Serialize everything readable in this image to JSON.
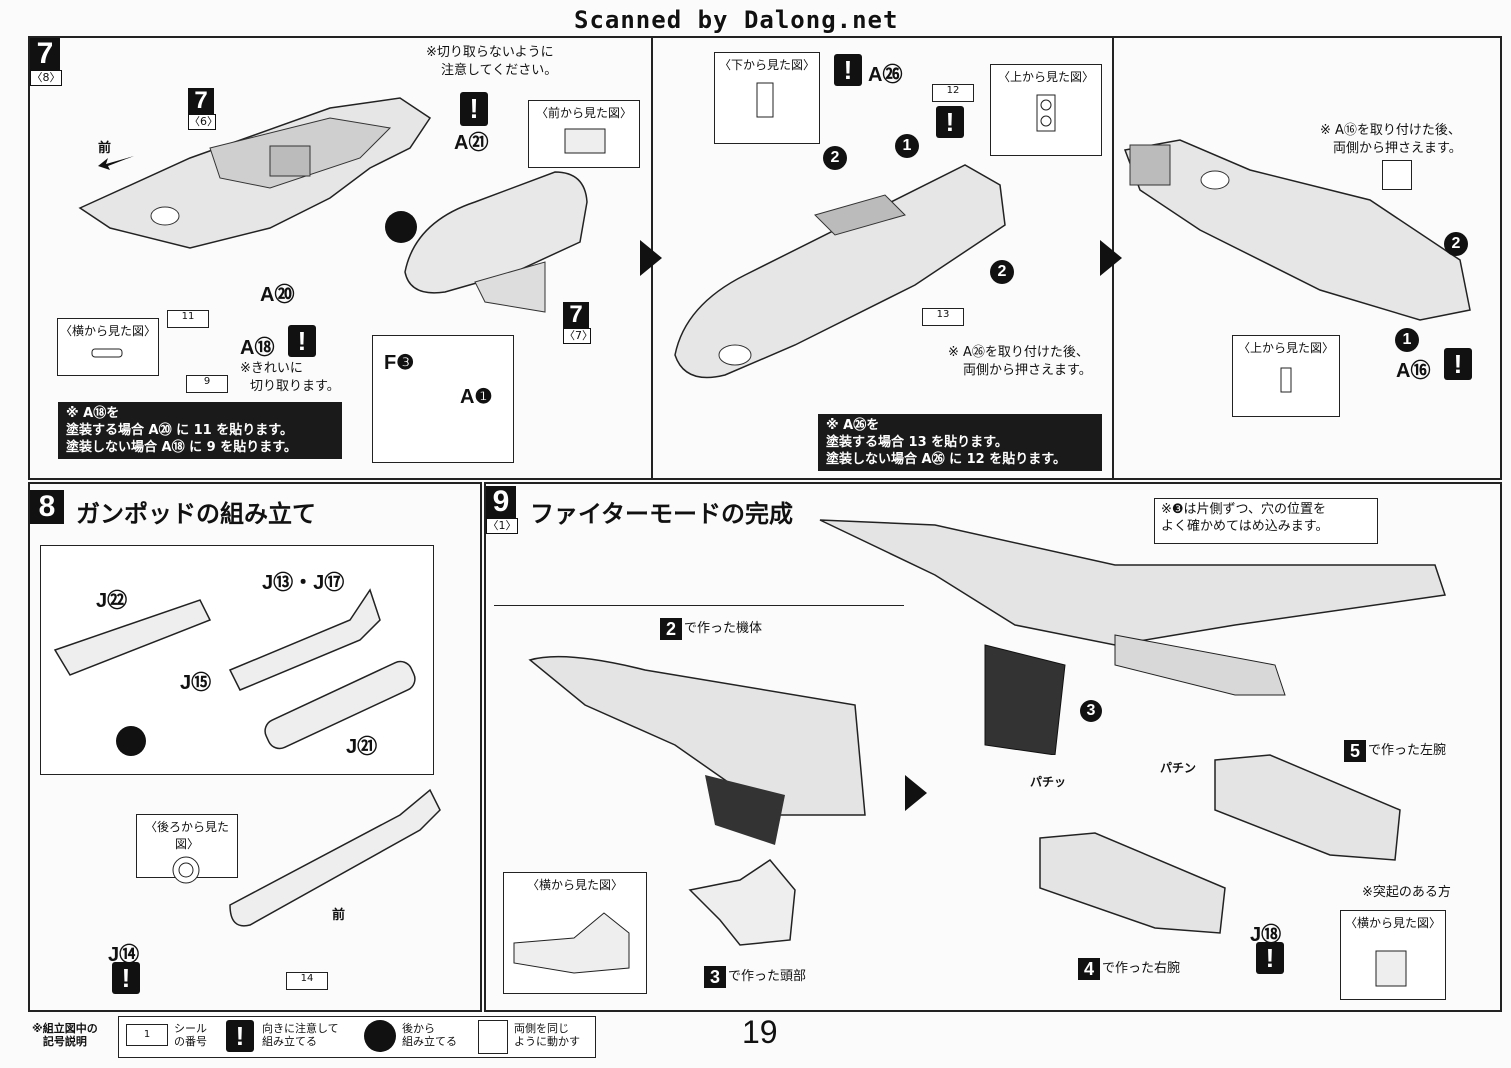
{
  "watermark": "Scanned by Dalong.net",
  "page_number": "19",
  "step7": {
    "number": "7",
    "sub": "〈8〉",
    "ref_a": {
      "number": "7",
      "sub": "〈6〉"
    },
    "ref_b": {
      "number": "7",
      "sub": "〈7〉"
    },
    "front_label": "前",
    "note_dont_cut": [
      "※切り取らないように",
      "注意してください。"
    ],
    "view_front": "〈前から見た図〉",
    "view_side": "〈横から見た図〉",
    "view_below": "〈下から見た図〉",
    "view_above": "〈上から見た図〉",
    "view_above2": "〈上から見た図〉",
    "parts": {
      "a21": "A㉑",
      "a20": "A⑳",
      "a18": "A⑱",
      "f3": "F❸",
      "a1": "A❶",
      "a26": "A㉖",
      "a16": "A⑯"
    },
    "sticker_11": "11",
    "sticker_9": "9",
    "sticker_12": "12",
    "sticker_13": "13",
    "note_clean_cut": [
      "※きれいに",
      "切り取ります。"
    ],
    "paint_note_a": [
      "※ A⑱を",
      "塗装する場合 A⑳ に 11 を貼ります。",
      "塗装しない場合 A⑱ に 9 を貼ります。"
    ],
    "paint_note_b": [
      "※ A㉖を",
      "塗装する場合 13 を貼ります。",
      "塗装しない場合 A㉖ に 12 を貼ります。"
    ],
    "note_press_a26": [
      "※ A㉖を取り付けた後、",
      "両側から押さえます。"
    ],
    "note_press_a16": [
      "※ A⑯を取り付けた後、",
      "両側から押さえます。"
    ],
    "arrow_1": "1",
    "arrow_2": "2"
  },
  "step8": {
    "number": "8",
    "title": "ガンポッドの組み立て",
    "parts": {
      "j22": "J㉒",
      "j13j17": "J⑬・J⑰",
      "j15": "J⑮",
      "j21": "J㉑",
      "j14": "J⑭"
    },
    "view_back": "〈後ろから見た図〉",
    "front_label": "前",
    "sticker_14": "14"
  },
  "step9": {
    "number": "9",
    "sub": "〈1〉",
    "title": "ファイターモードの完成",
    "note_3": [
      "※❸は片側ずつ、穴の位置を",
      "よく確かめてはめ込みます。"
    ],
    "made_in_2": "で作った機体",
    "made_in_3": "で作った頭部",
    "made_in_4": "で作った右腕",
    "made_in_5": "で作った左腕",
    "n2": "2",
    "n3": "3",
    "n4": "4",
    "n5": "5",
    "view_side": "〈横から見た図〉",
    "view_side2": "〈横から見た図〉",
    "snap": "パチッ",
    "snap2": "パチン",
    "j18": "J⑱",
    "note_protrusion": "※突起のある方"
  },
  "legend": {
    "heading": [
      "※組立図中の",
      "記号説明"
    ],
    "items": [
      {
        "label": [
          "シール",
          "の番号"
        ],
        "sample": "1"
      },
      {
        "label": [
          "向きに注意して",
          "組み立てる"
        ],
        "sample": "!"
      },
      {
        "label": [
          "後から",
          "組み立てる"
        ],
        "sample": ""
      },
      {
        "label": [
          "両側を同じ",
          "ように動かす"
        ],
        "sample": ""
      }
    ]
  }
}
